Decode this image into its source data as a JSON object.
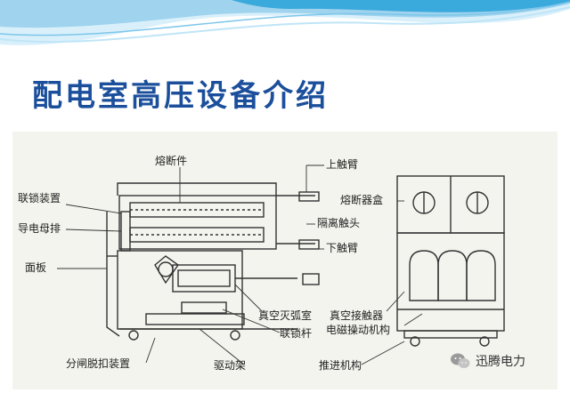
{
  "slide": {
    "title": "配电室高压设备介绍"
  },
  "diagram": {
    "labels": {
      "fuse_component": "熔断件",
      "upper_contact_arm": "上触臂",
      "interlock_device": "联锁装置",
      "isolating_contact": "隔离触头",
      "fuse_box": "熔断器盒",
      "busbar": "导电母排",
      "lower_contact_arm": "下触臂",
      "panel": "面板",
      "vacuum_chamber": "真空灭弧室",
      "vacuum_contactor": "真空接触器",
      "interlock_rod": "联锁杆",
      "electromagnetic_mechanism": "电磁操动机构",
      "trip_device": "分闸脱扣装置",
      "drive_frame": "驱动架",
      "propulsion_mechanism": "推进机构"
    }
  },
  "watermark": {
    "text": "迅腾电力",
    "icon": "wechat-icon"
  },
  "colors": {
    "title": "#1b4f9c",
    "wave_light": "#d9f0fb",
    "wave_mid": "#9fd3ee",
    "wave_dark": "#3aa9dc",
    "line": "#333333",
    "diagram_bg": "#f4f4ef"
  }
}
